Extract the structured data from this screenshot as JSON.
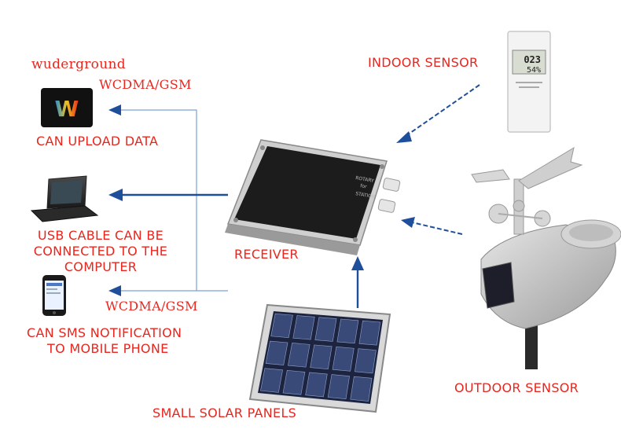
{
  "labels": {
    "wunderground": "wuderground",
    "wcdma_top": "WCDMA/GSM",
    "can_upload": "CAN UPLOAD DATA",
    "usb_line1": "USB CABLE CAN BE",
    "usb_line2": "CONNECTED TO THE",
    "usb_line3": "COMPUTER",
    "wcdma_bottom": "WCDMA/GSM",
    "sms_line1": "CAN SMS NOTIFICATION",
    "sms_line2": "TO MOBILE PHONE",
    "receiver": "RECEIVER",
    "indoor_sensor": "INDOOR SENSOR",
    "outdoor_sensor": "OUTDOOR SENSOR",
    "solar_panels": "SMALL SOLAR PANELS"
  },
  "devices": {
    "logo_text": "W",
    "indoor_display_top": "023",
    "indoor_display_bottom": "54%",
    "receiver_label_line1": "ROTARY",
    "receiver_label_line2": "for",
    "receiver_label_line3": "STATION"
  },
  "colors": {
    "label_red": "#e8261e",
    "arrow_blue": "#1f4e9a",
    "line_blue": "#7aa2d6"
  }
}
